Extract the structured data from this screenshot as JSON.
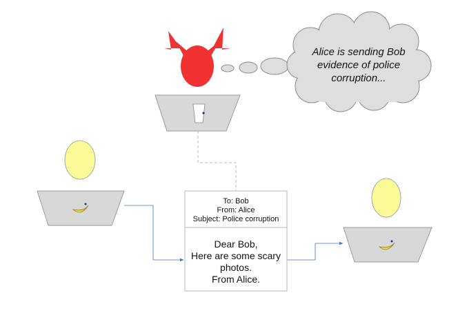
{
  "thought_bubble": {
    "lines": [
      "Alice is sending Bob",
      "evidence of police",
      "corruption..."
    ]
  },
  "message": {
    "header": {
      "to": "To: Bob",
      "from": "From: Alice",
      "subject": "Subject: Police corruption"
    },
    "body": [
      "Dear Bob,",
      "Here are some scary",
      "photos.",
      "From Alice."
    ]
  },
  "colors": {
    "devil": "#f03232",
    "face": "#fafa96",
    "laptop": "#d8d8d8",
    "cloud": "#dedede",
    "connector": "#3a78c8"
  }
}
